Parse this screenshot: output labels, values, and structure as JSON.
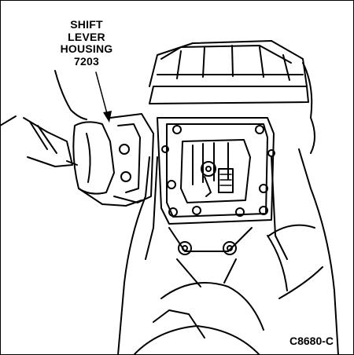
{
  "callout": {
    "lines": [
      "SHIFT",
      "LEVER",
      "HOUSING",
      "7203"
    ]
  },
  "figure_id": "C8680-C",
  "colors": {
    "ink": "#000000",
    "paper": "#ffffff"
  }
}
